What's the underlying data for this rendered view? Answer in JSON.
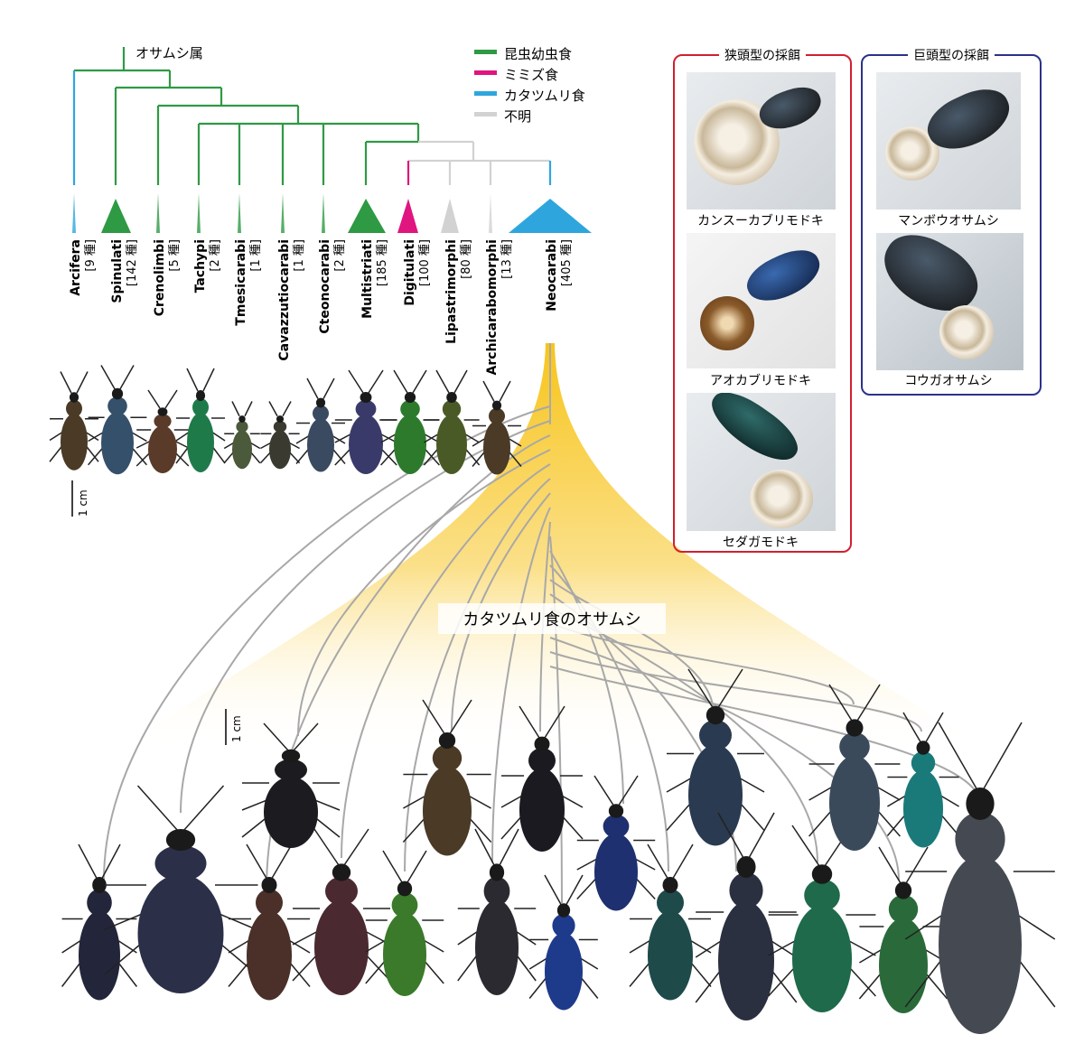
{
  "tree": {
    "root_label": "オサムシ属",
    "clades": [
      {
        "name": "Arcifera",
        "count": "[9 種]",
        "diet": "snail"
      },
      {
        "name": "Spinulati",
        "count": "[142 種]",
        "diet": "larva"
      },
      {
        "name": "Crenolimbi",
        "count": "[5 種]",
        "diet": "larva"
      },
      {
        "name": "Tachypi",
        "count": "[2 種]",
        "diet": "larva"
      },
      {
        "name": "Tmesicarabi",
        "count": "[1 種]",
        "diet": "larva"
      },
      {
        "name": "Cavazzutiocarabi",
        "count": "[1 種]",
        "diet": "larva"
      },
      {
        "name": "Cteonocarabi",
        "count": "[2 種]",
        "diet": "larva"
      },
      {
        "name": "Multistriati",
        "count": "[185 種]",
        "diet": "larva"
      },
      {
        "name": "Digitulati",
        "count": "[100 種]",
        "diet": "earthworm"
      },
      {
        "name": "Lipastrimorphi",
        "count": "[80 種]",
        "diet": "unknown"
      },
      {
        "name": "Archicarabomorphi",
        "count": "[13 種]",
        "diet": "unknown"
      },
      {
        "name": "Neocarabi",
        "count": "[405 種]",
        "diet": "snail"
      }
    ]
  },
  "legend": [
    {
      "label": "昆虫幼虫食",
      "color": "#2e9a44"
    },
    {
      "label": "ミミズ食",
      "color": "#e0157f"
    },
    {
      "label": "カタツムリ食",
      "color": "#2ea6dd"
    },
    {
      "label": "不明",
      "color": "#d2d2d2"
    }
  ],
  "scale_bar_top": "1 cm",
  "scale_bar_bottom": "1 cm",
  "fan_label": "カタツムリ食のオサムシ",
  "narrow_panel": {
    "title": "狭頭型の採餌",
    "color": "#d0202e",
    "photos": [
      {
        "caption": "カンスーカブリモドキ"
      },
      {
        "caption": "アオカブリモドキ"
      },
      {
        "caption": "セダガモドキ"
      }
    ]
  },
  "wide_panel": {
    "title": "巨頭型の採餌",
    "color": "#2a3288",
    "photos": [
      {
        "caption": "マンボウオサムシ"
      },
      {
        "caption": "コウガオサムシ"
      }
    ]
  }
}
